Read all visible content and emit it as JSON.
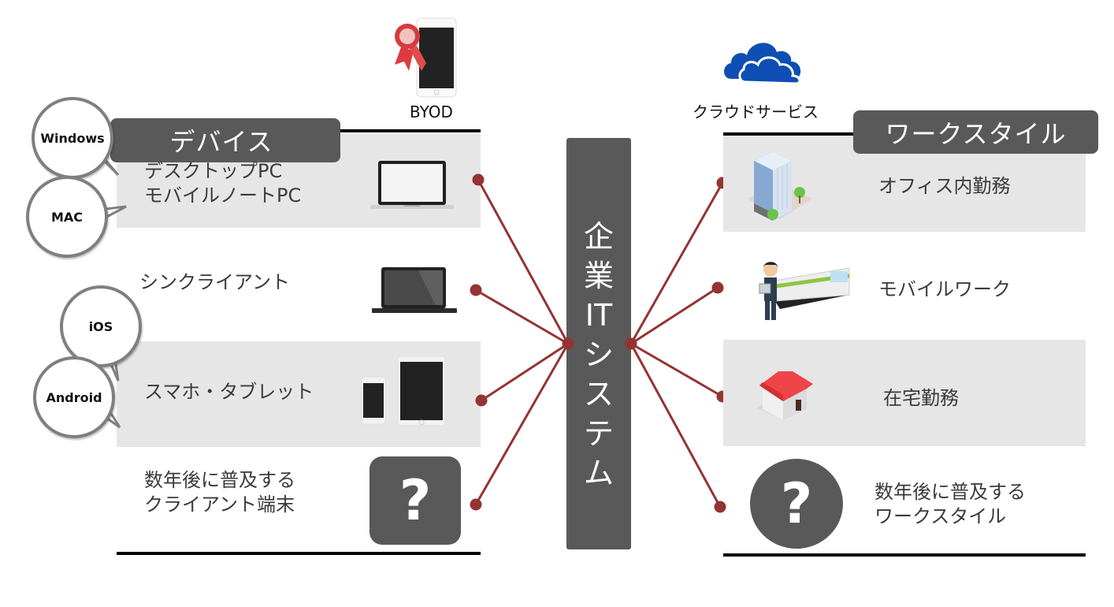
{
  "center": {
    "title": "企業ITシステム",
    "chars": [
      "企",
      "業",
      "IT",
      "シ",
      "ス",
      "テ",
      "ム"
    ]
  },
  "colors": {
    "header_bg": "#595959",
    "band_bg": "#e6e6e6",
    "connector": "#963333",
    "cloud": "#0f4eb4",
    "roof": "#e53b3f"
  },
  "top_icons": {
    "byod": {
      "icon": "smartphone-ribbon-icon",
      "label": "BYOD"
    },
    "cloud": {
      "icon": "cloud-icon",
      "label": "クラウドサービス"
    }
  },
  "devices": {
    "header": "デバイス",
    "items": [
      {
        "label": "デスクトップPC\nモバイルノートPC",
        "icon": "laptop-silver-icon",
        "os_bubbles": [
          "Windows",
          "MAC"
        ]
      },
      {
        "label": "シンクライアント",
        "icon": "laptop-dark-icon",
        "os_bubbles": []
      },
      {
        "label": "スマホ・タブレット",
        "icon": "phone-tablet-icon",
        "os_bubbles": [
          "iOS",
          "Android"
        ]
      },
      {
        "label": "数年後に普及する\nクライアント端末",
        "icon": "question-icon",
        "icon_text": "?",
        "os_bubbles": []
      }
    ]
  },
  "workstyles": {
    "header": "ワークスタイル",
    "items": [
      {
        "label": "オフィス内勤務",
        "icon": "office-building-icon"
      },
      {
        "label": "モバイルワーク",
        "icon": "businessman-train-icon"
      },
      {
        "label": "在宅勤務",
        "icon": "house-icon"
      },
      {
        "label": "数年後に普及する\nワークスタイル",
        "icon": "question-icon",
        "icon_text": "?"
      }
    ]
  }
}
